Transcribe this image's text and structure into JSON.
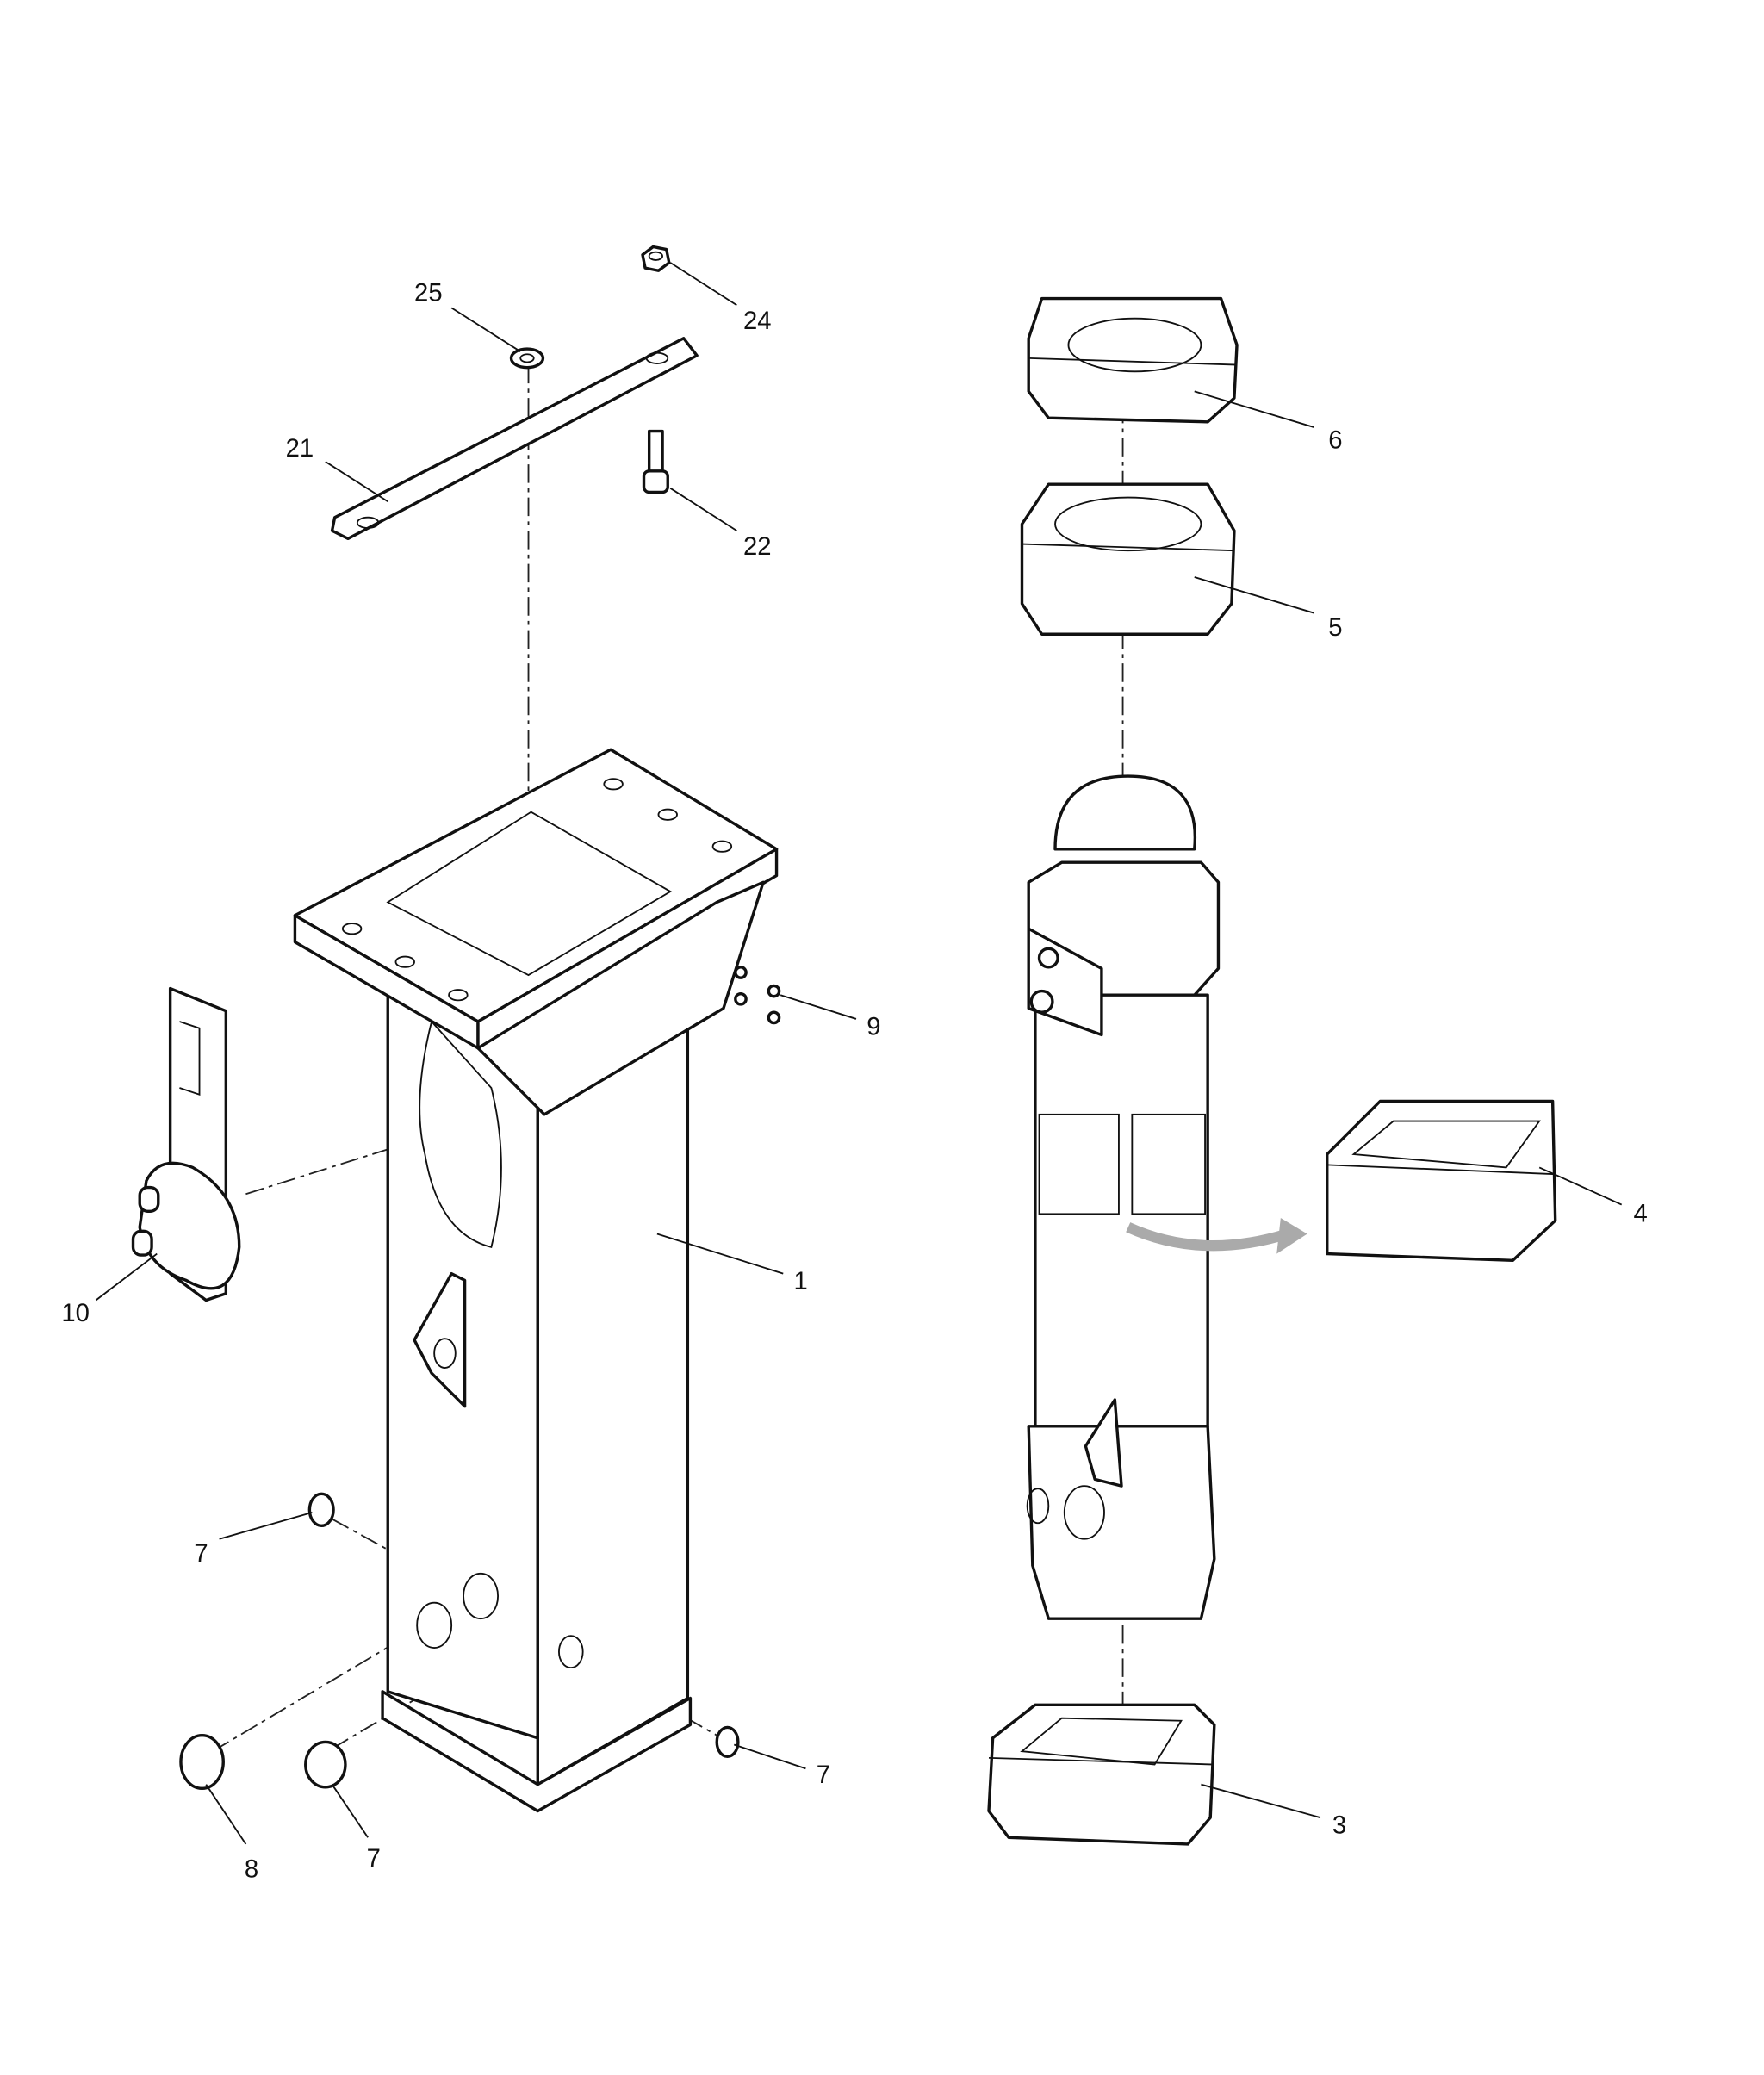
{
  "title": "Breaker housing exploded parts diagram",
  "callouts": [
    {
      "id": "25",
      "label": "25"
    },
    {
      "id": "24",
      "label": "24"
    },
    {
      "id": "21",
      "label": "21"
    },
    {
      "id": "22",
      "label": "22"
    },
    {
      "id": "6",
      "label": "6"
    },
    {
      "id": "5",
      "label": "5"
    },
    {
      "id": "9",
      "label": "9"
    },
    {
      "id": "4",
      "label": "4"
    },
    {
      "id": "1",
      "label": "1"
    },
    {
      "id": "10",
      "label": "10"
    },
    {
      "id": "7a",
      "label": "7"
    },
    {
      "id": "7b",
      "label": "7"
    },
    {
      "id": "8",
      "label": "8"
    },
    {
      "id": "7c",
      "label": "7"
    },
    {
      "id": "3",
      "label": "3"
    }
  ]
}
